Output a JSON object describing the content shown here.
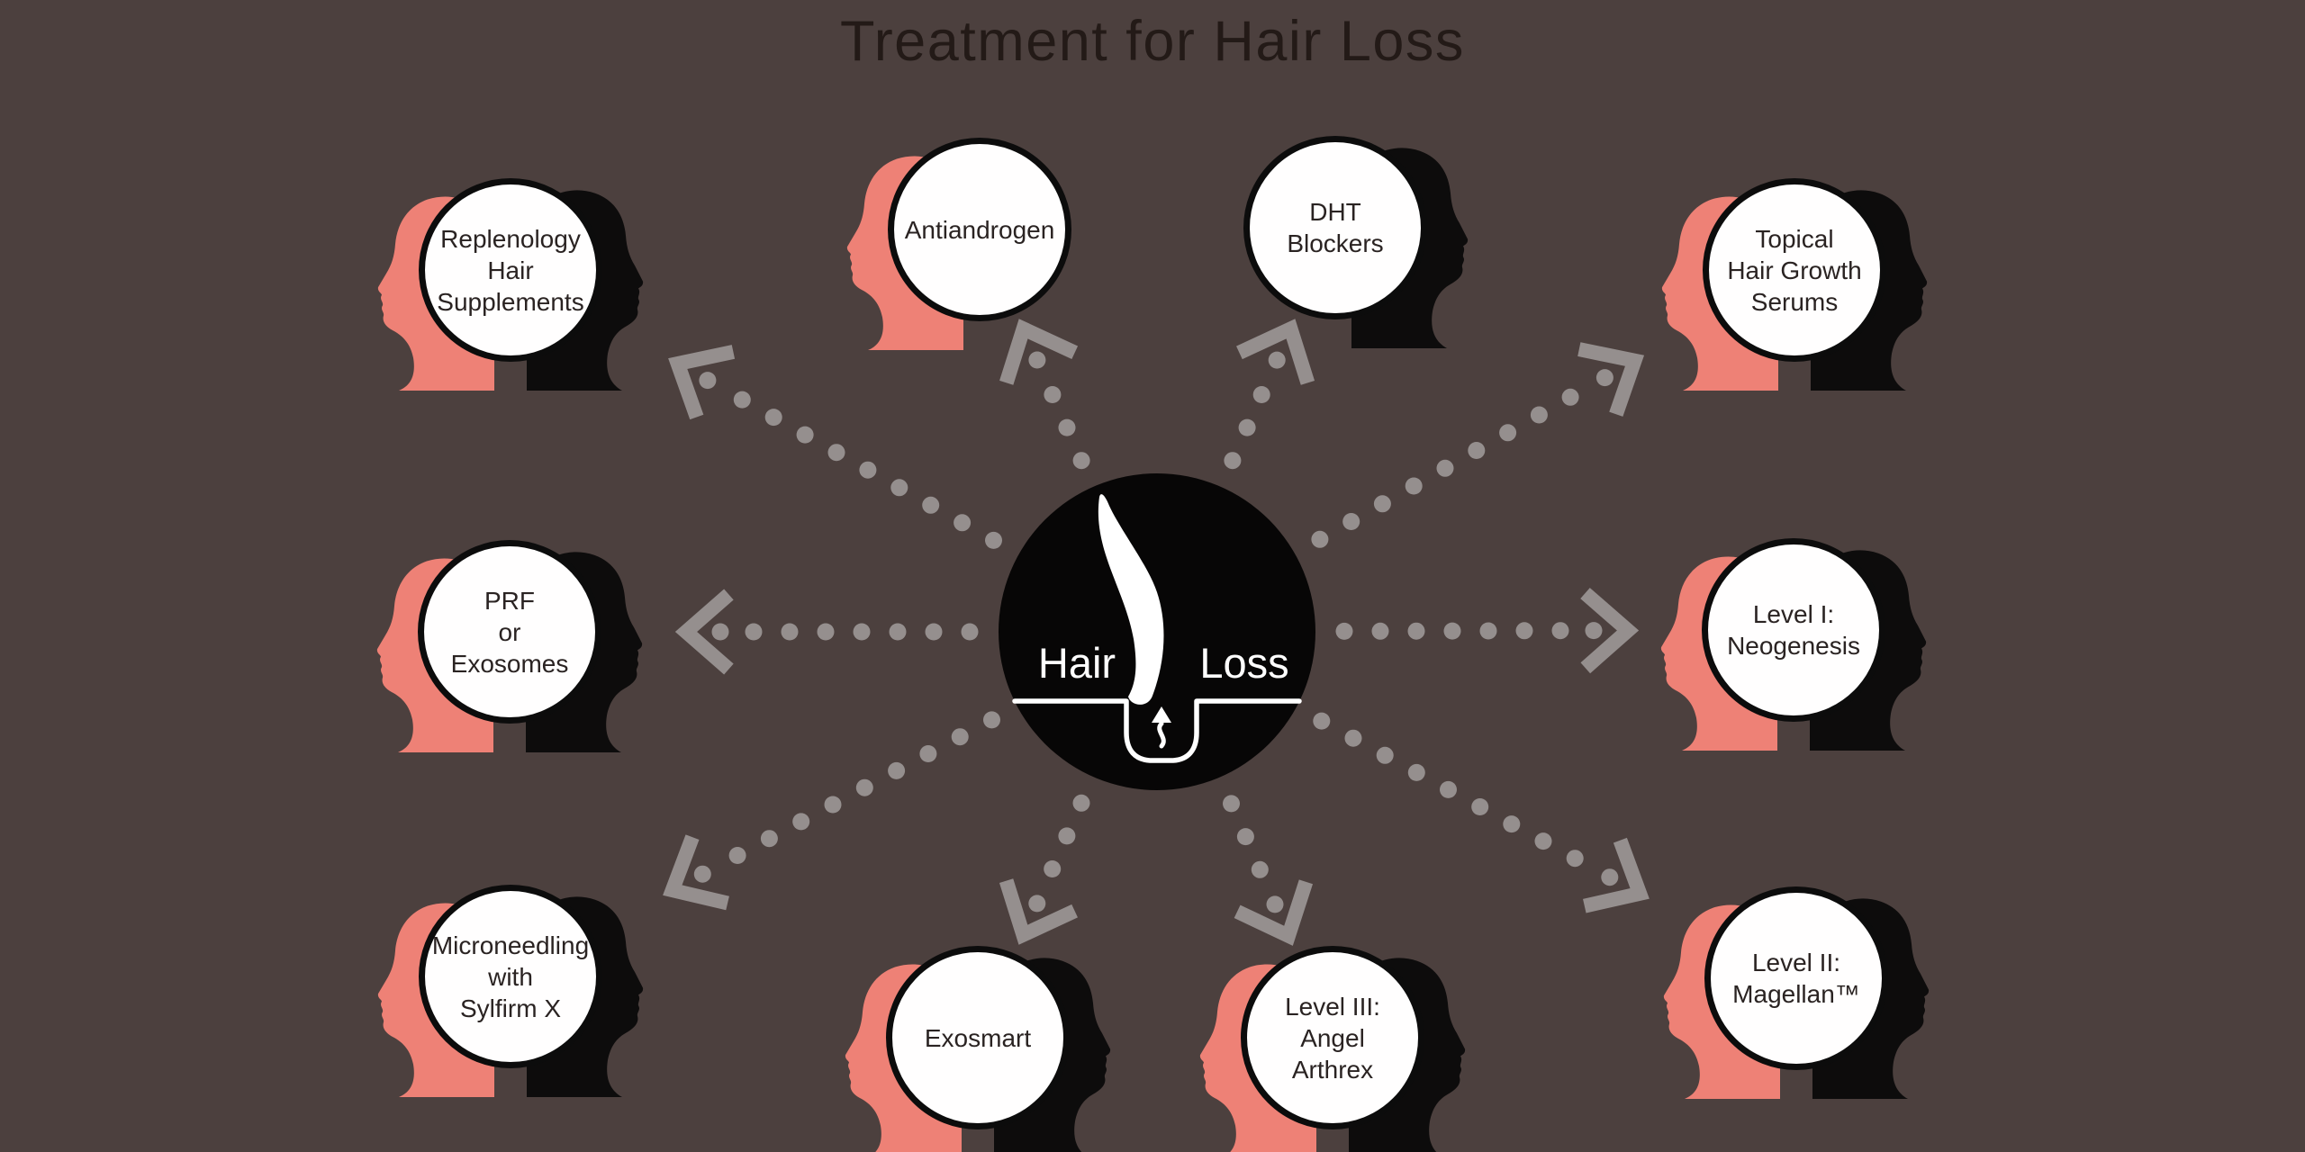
{
  "title": "Treatment for Hair Loss",
  "hub": {
    "word_left": "Hair",
    "word_right": "Loss",
    "icon": "hair-follicle-icon"
  },
  "nodes": [
    {
      "id": "replenology-hair-supplements",
      "lines": [
        "Replenology",
        "Hair",
        "Supplements"
      ],
      "faces": [
        "female",
        "male"
      ]
    },
    {
      "id": "antiandrogen",
      "lines": [
        "Antiandrogen"
      ],
      "faces": [
        "female"
      ]
    },
    {
      "id": "dht-blockers",
      "lines": [
        "DHT",
        "Blockers"
      ],
      "faces": [
        "male"
      ]
    },
    {
      "id": "topical-hair-growth-serums",
      "lines": [
        "Topical",
        "Hair Growth",
        "Serums"
      ],
      "faces": [
        "female",
        "male"
      ]
    },
    {
      "id": "prf-or-exosomes",
      "lines": [
        "PRF",
        "or",
        "Exosomes"
      ],
      "faces": [
        "female",
        "male"
      ]
    },
    {
      "id": "level-i-neogenesis",
      "lines": [
        "Level I:",
        "Neogenesis"
      ],
      "faces": [
        "female",
        "male"
      ]
    },
    {
      "id": "microneedling-with-sylfirm-x",
      "lines": [
        "Microneedling",
        "with",
        "Sylfirm X"
      ],
      "faces": [
        "female",
        "male"
      ]
    },
    {
      "id": "exosmart",
      "lines": [
        "Exosmart"
      ],
      "faces": [
        "female",
        "male"
      ]
    },
    {
      "id": "level-iii-angel-arthrex",
      "lines": [
        "Level III:",
        "Angel",
        "Arthrex"
      ],
      "faces": [
        "female",
        "male"
      ]
    },
    {
      "id": "level-ii-magellan",
      "lines": [
        "Level II:",
        "Magellan™"
      ],
      "faces": [
        "female",
        "male"
      ]
    }
  ],
  "colors": {
    "background": "#4c403e",
    "title_text": "#231a17",
    "node_fill": "#fffefe",
    "node_border": "#0c0c0c",
    "node_text": "#2a2322",
    "female_profile": "#ee8176",
    "male_profile": "#0d0c0c",
    "connector": "#958f8e",
    "hub_fill": "#070606",
    "hub_text": "#ffffff"
  }
}
